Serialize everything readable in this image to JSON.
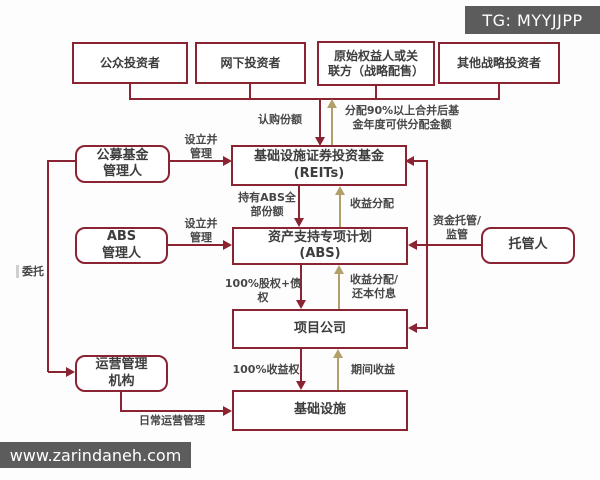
{
  "badge": {
    "text": "TG: MYYJJPP"
  },
  "watermark": {
    "text": "www.zarindaneh.com"
  },
  "colors": {
    "line": "#8a2433",
    "gold": "#b2a06a",
    "text": "#3d3d3d",
    "badge_bg": "#5c5c5c"
  },
  "nodes": {
    "public_investors": {
      "label": "公众投资者"
    },
    "offline_investors": {
      "label": "网下投资者"
    },
    "original_equity_holders": {
      "label": "原始权益人或关\n联方（战略配售）"
    },
    "other_strategic_investors": {
      "label": "其他战略投资者"
    },
    "reits_fund": {
      "label": "基础设施证券投资基金\n(REITs)"
    },
    "public_fund_manager": {
      "label": "公募基金\n管理人"
    },
    "abs_manager": {
      "label": "ABS\n管理人"
    },
    "operations_manager": {
      "label": "运营管理\n机构"
    },
    "abs_plan": {
      "label": "资产支持专项计划\n(ABS)"
    },
    "project_company": {
      "label": "项目公司"
    },
    "infrastructure": {
      "label": "基础设施"
    },
    "custodian": {
      "label": "托管人"
    }
  },
  "edge_labels": {
    "subscribe_shares": "认购份额",
    "distribute_90pct": "分配90%以上合并后基\n金年度可供分配金额",
    "establish_manage_fund": "设立并\n管理",
    "establish_manage_abs": "设立并\n管理",
    "hold_all_abs_shares": "持有ABS全\n部份额",
    "income_distribution": "收益分配",
    "fund_custody_supervision": "资金托管/\n监管",
    "equity_plus_debt": "100%股权+债权",
    "income_dist_principal_interest": "收益分配/\n还本付息",
    "entrust": "委托",
    "income_rights": "100%收益权",
    "period_income": "期间收益",
    "daily_operations": "日常运营管理"
  }
}
